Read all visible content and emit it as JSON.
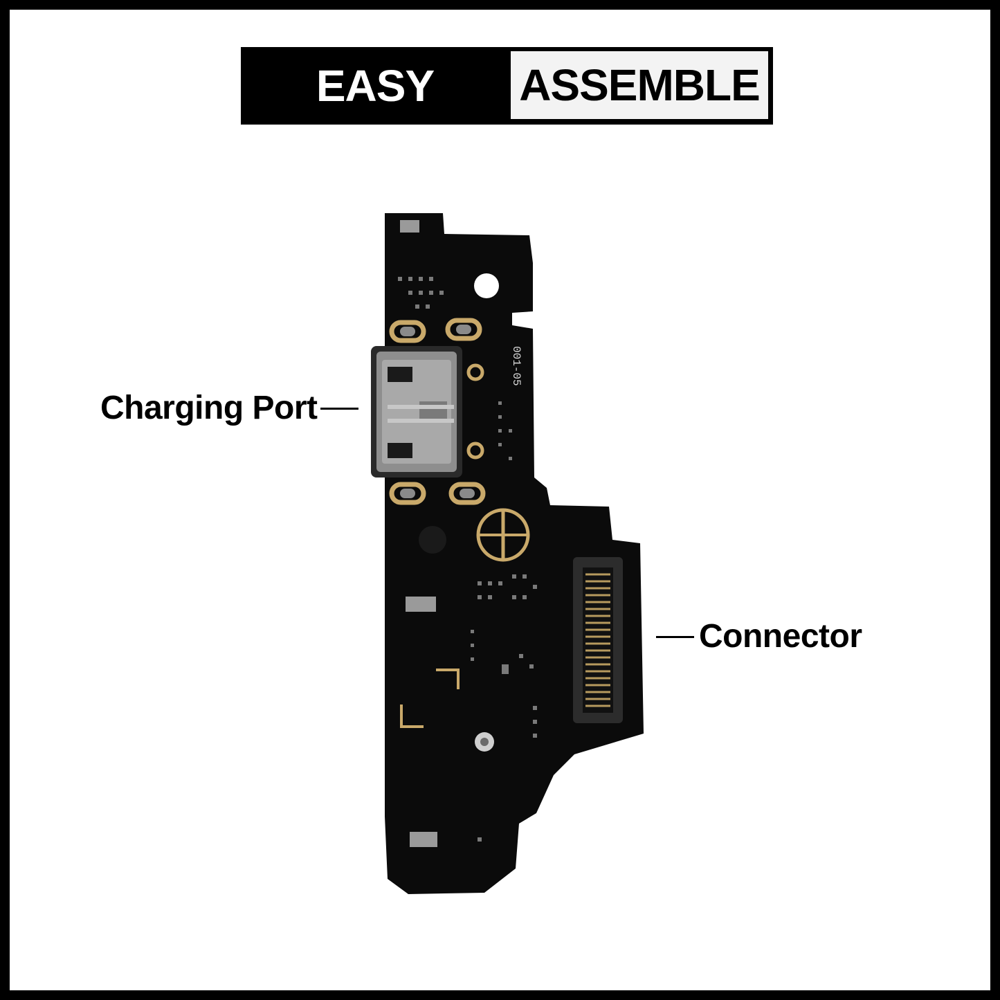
{
  "banner": {
    "left_text": "EASY",
    "right_text": "ASSEMBLE"
  },
  "labels": {
    "charging_port": "Charging Port",
    "connector": "Connector"
  },
  "board": {
    "silkscreen": "001-05",
    "colors": {
      "pcb": "#0b0b0b",
      "gold": "#c9a96a",
      "metal": "#9a9a9a"
    }
  }
}
